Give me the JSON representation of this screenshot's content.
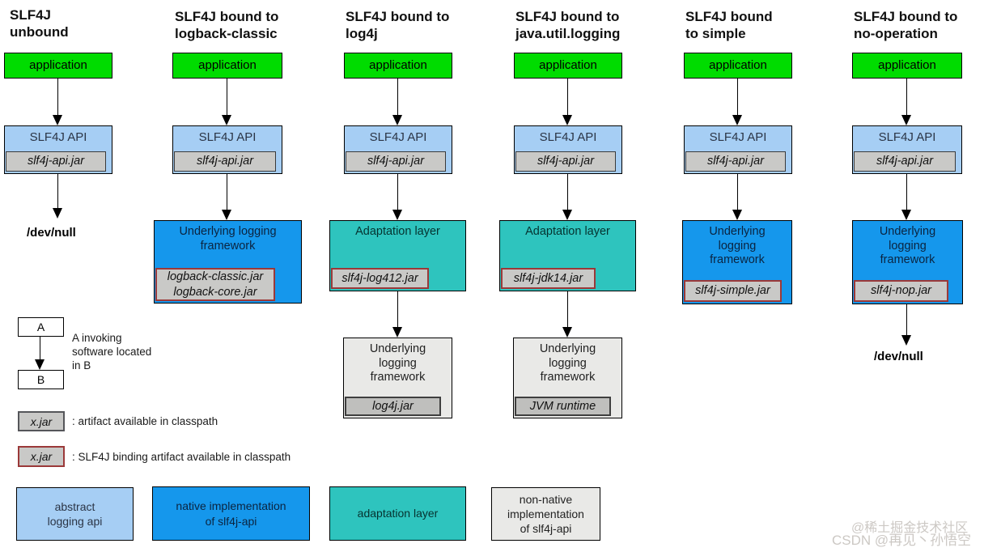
{
  "diagram": {
    "columns": [
      {
        "title": "SLF4J\nunbound",
        "app_label": "application",
        "api_label": "SLF4J API",
        "api_jar": "slf4j-api.jar",
        "output": "/dev/null"
      },
      {
        "title": "SLF4J bound to\nlogback-classic",
        "app_label": "application",
        "api_label": "SLF4J API",
        "api_jar": "slf4j-api.jar",
        "framework_label": "Underlying logging\nframework",
        "framework_jar": "logback-classic.jar\nlogback-core.jar"
      },
      {
        "title": "SLF4J bound to\nlog4j",
        "app_label": "application",
        "api_label": "SLF4J API",
        "api_jar": "slf4j-api.jar",
        "adaptation_label": "Adaptation layer",
        "adaptation_jar": "slf4j-log412.jar",
        "framework_label": "Underlying\nlogging\nframework",
        "framework_jar": "log4j.jar"
      },
      {
        "title": "SLF4J bound to\njava.util.logging",
        "app_label": "application",
        "api_label": "SLF4J API",
        "api_jar": "slf4j-api.jar",
        "adaptation_label": "Adaptation layer",
        "adaptation_jar": "slf4j-jdk14.jar",
        "framework_label": "Underlying\nlogging\nframework",
        "framework_jar": "JVM runtime"
      },
      {
        "title": "SLF4J bound\nto simple",
        "app_label": "application",
        "api_label": "SLF4J API",
        "api_jar": "slf4j-api.jar",
        "framework_label": "Underlying\nlogging\nframework",
        "framework_jar": "slf4j-simple.jar"
      },
      {
        "title": "SLF4J bound to\nno-operation",
        "app_label": "application",
        "api_label": "SLF4J API",
        "api_jar": "slf4j-api.jar",
        "framework_label": "Underlying\nlogging\nframework",
        "framework_jar": "slf4j-nop.jar",
        "output": "/dev/null"
      }
    ],
    "legend": {
      "invoking_a": "A",
      "invoking_b": "B",
      "invoking_text": "A invoking\nsoftware located\nin B",
      "artifact_box": "x.jar",
      "artifact_text": ": artifact available in classpath",
      "binding_box": "x.jar",
      "binding_text": ": SLF4J binding artifact available in classpath"
    },
    "type_legend": [
      {
        "label": "abstract\nlogging api",
        "color": "#A6CEF4"
      },
      {
        "label": "native implementation\nof slf4j-api",
        "color": "#1597EC"
      },
      {
        "label": "adaptation layer",
        "color": "#2EC4BE"
      },
      {
        "label": "non-native\nimplementation\nof slf4j-api",
        "color": "#E9E9E7"
      }
    ],
    "watermark": {
      "line1": "@稀土掘金技术社区",
      "line2": "CSDN @再见丶孙悟空"
    },
    "colors": {
      "application_green": "#00DC00",
      "api_light_blue": "#A6CEF4",
      "native_blue": "#1597EC",
      "adaptation_teal": "#2EC4BE",
      "nonnative_light_gray": "#E9E9E7",
      "jar_gray": "#C9C9C7",
      "binding_border_red": "#9B3939"
    }
  }
}
